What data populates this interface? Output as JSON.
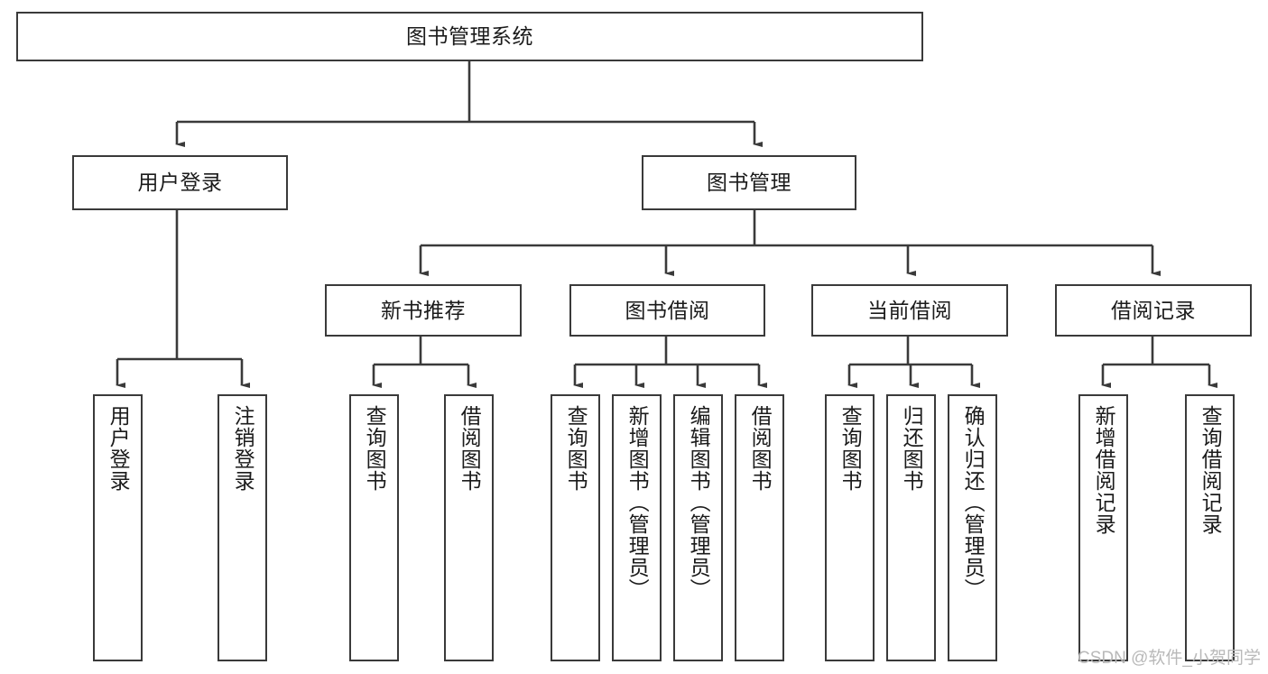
{
  "diagram": {
    "title": "图书管理系统",
    "type": "tree",
    "watermark": "CSDN @软件_小贺同学",
    "colors": {
      "stroke": "#3a3a3a",
      "fill": "#ffffff",
      "text": "#1b1b1b",
      "watermark": "#b9b9b9"
    },
    "levels": {
      "root": [
        "图书管理系统"
      ],
      "level2": [
        "用户登录",
        "图书管理"
      ],
      "level3": [
        "新书推荐",
        "图书借阅",
        "当前借阅",
        "借阅记录"
      ],
      "leaves": [
        "用户登录",
        "注销登录",
        "查询图书",
        "借阅图书",
        "查询图书",
        "新增图书（管理员）",
        "编辑图书（管理员）",
        "借阅图书",
        "查询图书",
        "归还图书",
        "确认归还（管理员）",
        "新增借阅记录",
        "查询借阅记录"
      ]
    },
    "nodes": {
      "root": {
        "label": "图书管理系统"
      },
      "user_login": {
        "label": "用户登录"
      },
      "book_manage": {
        "label": "图书管理"
      },
      "new_book_rec": {
        "label": "新书推荐"
      },
      "book_borrow": {
        "label": "图书借阅"
      },
      "current_borrow": {
        "label": "当前借阅"
      },
      "borrow_record": {
        "label": "借阅记录"
      },
      "leaf_user_login": {
        "label": "用户登录"
      },
      "leaf_logout": {
        "label": "注销登录"
      },
      "leaf_query_book_1": {
        "label": "查询图书"
      },
      "leaf_borrow_book_1": {
        "label": "借阅图书"
      },
      "leaf_query_book_2": {
        "label": "查询图书"
      },
      "leaf_add_book": {
        "label": "新增图书（管理员）"
      },
      "leaf_edit_book": {
        "label": "编辑图书（管理员）"
      },
      "leaf_borrow_book_2": {
        "label": "借阅图书"
      },
      "leaf_query_book_3": {
        "label": "查询图书"
      },
      "leaf_return_book": {
        "label": "归还图书"
      },
      "leaf_confirm_return": {
        "label": "确认归还（管理员）"
      },
      "leaf_add_record": {
        "label": "新增借阅记录"
      },
      "leaf_query_record": {
        "label": "查询借阅记录"
      }
    },
    "edges": [
      {
        "from": "root",
        "to": "user_login"
      },
      {
        "from": "root",
        "to": "book_manage"
      },
      {
        "from": "user_login",
        "to": "leaf_user_login"
      },
      {
        "from": "user_login",
        "to": "leaf_logout"
      },
      {
        "from": "book_manage",
        "to": "new_book_rec"
      },
      {
        "from": "book_manage",
        "to": "book_borrow"
      },
      {
        "from": "book_manage",
        "to": "current_borrow"
      },
      {
        "from": "book_manage",
        "to": "borrow_record"
      },
      {
        "from": "new_book_rec",
        "to": "leaf_query_book_1"
      },
      {
        "from": "new_book_rec",
        "to": "leaf_borrow_book_1"
      },
      {
        "from": "book_borrow",
        "to": "leaf_query_book_2"
      },
      {
        "from": "book_borrow",
        "to": "leaf_add_book"
      },
      {
        "from": "book_borrow",
        "to": "leaf_edit_book"
      },
      {
        "from": "book_borrow",
        "to": "leaf_borrow_book_2"
      },
      {
        "from": "current_borrow",
        "to": "leaf_query_book_3"
      },
      {
        "from": "current_borrow",
        "to": "leaf_return_book"
      },
      {
        "from": "current_borrow",
        "to": "leaf_confirm_return"
      },
      {
        "from": "borrow_record",
        "to": "leaf_add_record"
      },
      {
        "from": "borrow_record",
        "to": "leaf_query_record"
      }
    ]
  }
}
